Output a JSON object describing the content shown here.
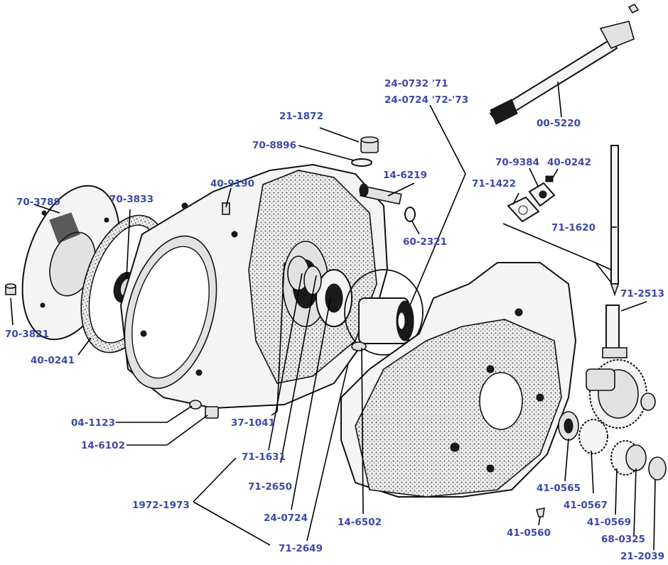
{
  "labels": {
    "l_24_0732": "24-0732  '71",
    "l_24_0724b": "24-0724  '72-'73",
    "l_21_1872": "21-1872",
    "l_70_8896": "70-8896",
    "l_14_6219": "14-6219",
    "l_40_9190": "40-9190",
    "l_70_3789": "70-3789",
    "l_70_3833": "70-3833",
    "l_60_2321": "60-2321",
    "l_00_5220": "00-5220",
    "l_70_9384": "70-9384",
    "l_40_0242": "40-0242",
    "l_71_1422": "71-1422",
    "l_71_1620": "71-1620",
    "l_71_2513": "71-2513",
    "l_70_3821": "70-3821",
    "l_40_0241": "40-0241",
    "l_04_1123": "04-1123",
    "l_14_6102": "14-6102",
    "l_37_1041": "37-1041",
    "l_71_1631": "71-1631",
    "l_71_2650": "71-2650",
    "l_1972_1973": "1972-1973",
    "l_24_0724": "24-0724",
    "l_14_6502": "14-6502",
    "l_71_2649": "71-2649",
    "l_41_0565": "41-0565",
    "l_41_0567": "41-0567",
    "l_41_0569": "41-0569",
    "l_41_0560": "41-0560",
    "l_68_0325": "68-0325",
    "l_21_2039": "21-2039"
  },
  "colors": {
    "label": "#3a49a8",
    "line": "#000000",
    "background": "#ffffff"
  }
}
